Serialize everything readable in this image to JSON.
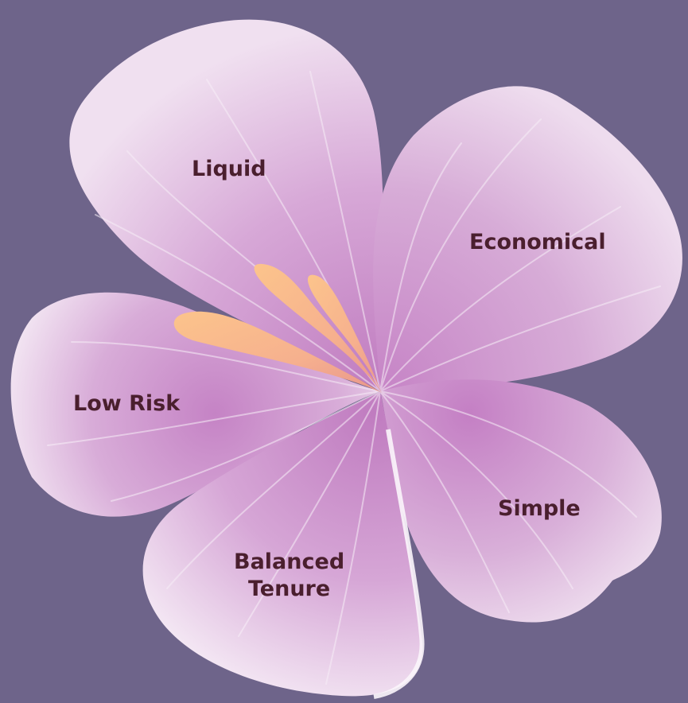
{
  "colors": {
    "background": "#6e648a",
    "petal_light": "#f3e6f3",
    "petal_mid": "#d5a9d5",
    "petal_dark": "#c07cc0",
    "vein": "#f7eef7",
    "stamen_tip": "#fcc48c",
    "stamen_base": "#e8958c",
    "label_text": "#4a1f2e"
  },
  "petals": [
    {
      "label": "Liquid"
    },
    {
      "label": "Economical"
    },
    {
      "label": "Low Risk"
    },
    {
      "label": "Simple"
    },
    {
      "label": "Balanced\nTenure"
    }
  ]
}
